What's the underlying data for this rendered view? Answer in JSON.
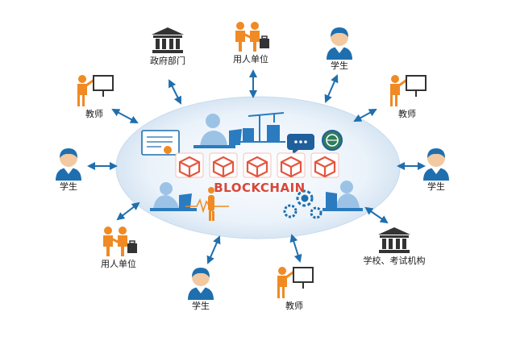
{
  "center": {
    "label": "BLOCKCHAIN"
  },
  "nodes": [
    {
      "label": "政府部门",
      "icon": "government-building-icon"
    },
    {
      "label": "用人单位",
      "icon": "handshake-employer-icon"
    },
    {
      "label": "学生",
      "icon": "student-icon"
    },
    {
      "label": "教师",
      "icon": "teacher-icon"
    },
    {
      "label": "教师",
      "icon": "teacher-icon"
    },
    {
      "label": "学生",
      "icon": "student-icon"
    },
    {
      "label": "学生",
      "icon": "student-icon"
    },
    {
      "label": "学校、考试机构",
      "icon": "school-building-icon"
    },
    {
      "label": "用人单位",
      "icon": "handshake-employer-icon"
    },
    {
      "label": "学生",
      "icon": "student-icon"
    },
    {
      "label": "教师",
      "icon": "teacher-icon"
    }
  ],
  "colors": {
    "orange": "#f08a24",
    "blue": "#1f6fae",
    "dark": "#333333",
    "ellipse": "#e4eef8",
    "block_red": "#e5553f",
    "label_red": "#d9463a"
  }
}
